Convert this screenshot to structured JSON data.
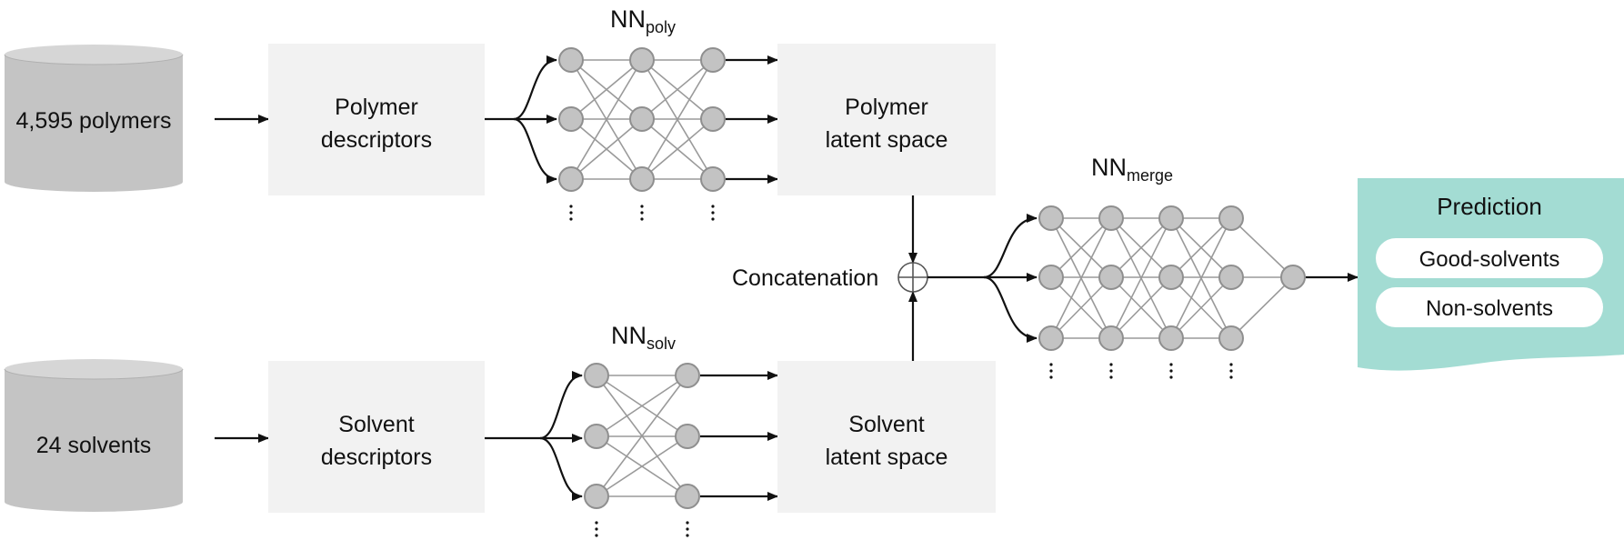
{
  "sources": {
    "polymers": "4,595 polymers",
    "solvents": "24 solvents"
  },
  "descriptors": {
    "polymer_line1": "Polymer",
    "polymer_line2": "descriptors",
    "solvent_line1": "Solvent",
    "solvent_line2": "descriptors"
  },
  "networks": {
    "poly_main": "NN",
    "poly_sub": "poly",
    "solv_main": "NN",
    "solv_sub": "solv",
    "merge_main": "NN",
    "merge_sub": "merge"
  },
  "latent": {
    "polymer_line1": "Polymer",
    "polymer_line2": "latent space",
    "solvent_line1": "Solvent",
    "solvent_line2": "latent space"
  },
  "concatenation": "Concatenation",
  "prediction": {
    "title": "Prediction",
    "classes": [
      "Good-solvents",
      "Non-solvents"
    ]
  },
  "colors": {
    "database": "#c4c4c4",
    "box": "#f2f2f2",
    "node": "#c3c3c3",
    "prediction": "#a3dcd3"
  }
}
